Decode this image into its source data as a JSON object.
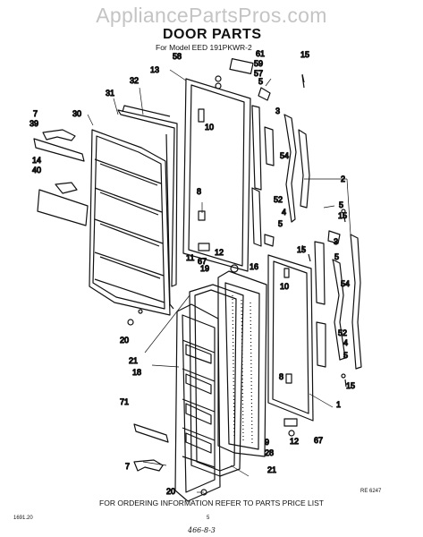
{
  "watermark": "AppliancePartsPros.com",
  "title": "DOOR PARTS",
  "subtitle": "For Model EED 191PKWR-2",
  "footer": "FOR ORDERING INFORMATION REFER TO PARTS PRICE LIST",
  "page_number": "5",
  "code_left": "1691.20",
  "code_right": "RE 6247",
  "handwritten_note": "466-8-3",
  "callouts": [
    "58",
    "61",
    "59",
    "57",
    "5",
    "15",
    "13",
    "32",
    "31",
    "10",
    "3",
    "7",
    "39",
    "30",
    "14",
    "40",
    "54",
    "2",
    "8",
    "5",
    "52",
    "15",
    "4",
    "5",
    "3",
    "11",
    "12",
    "67",
    "15",
    "5",
    "19",
    "16",
    "10",
    "54",
    "20",
    "52",
    "4",
    "5",
    "21",
    "18",
    "15",
    "8",
    "1",
    "71",
    "9",
    "12",
    "67",
    "28",
    "7",
    "21",
    "20"
  ]
}
